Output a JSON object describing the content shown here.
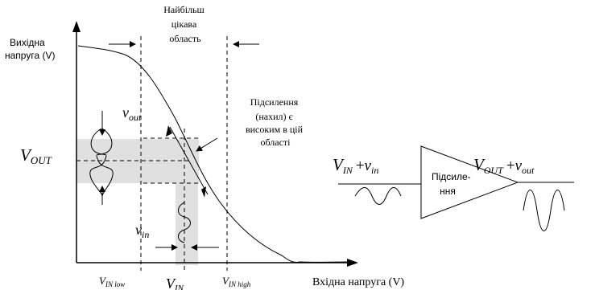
{
  "graph": {
    "y_axis_label": [
      "Вихідна",
      "напруга (V)"
    ],
    "x_axis_label": "Вхідна напруга (V)",
    "region_label": [
      "Найбільш",
      "цікава",
      "область"
    ],
    "gain_note": [
      "Підсилення",
      "(нахил) є",
      "високим в цій",
      "області"
    ],
    "v_out_dc": {
      "main": "V",
      "sub": "OUT"
    },
    "v_out_ac": {
      "main": "v",
      "sub": "out"
    },
    "v_in_ac": {
      "main": "v",
      "sub": "in"
    },
    "v_in_dc": {
      "main": "V",
      "sub": "IN"
    },
    "v_in_low": {
      "main": "V",
      "sub": "IN low"
    },
    "v_in_high": {
      "main": "V",
      "sub": "IN high"
    }
  },
  "amplifier": {
    "label": [
      "Підсиле-",
      "ння"
    ],
    "input": {
      "dc_main": "V",
      "dc_sub": "IN",
      "plus": "+",
      "ac_main": "v",
      "ac_sub": "in"
    },
    "output": {
      "dc_main": "V",
      "dc_sub": "OUT",
      "plus": "+",
      "ac_main": "v",
      "ac_sub": "out"
    }
  },
  "colors": {
    "line": "#000000",
    "band": "#e0e0e0",
    "background": "#ffffff"
  }
}
